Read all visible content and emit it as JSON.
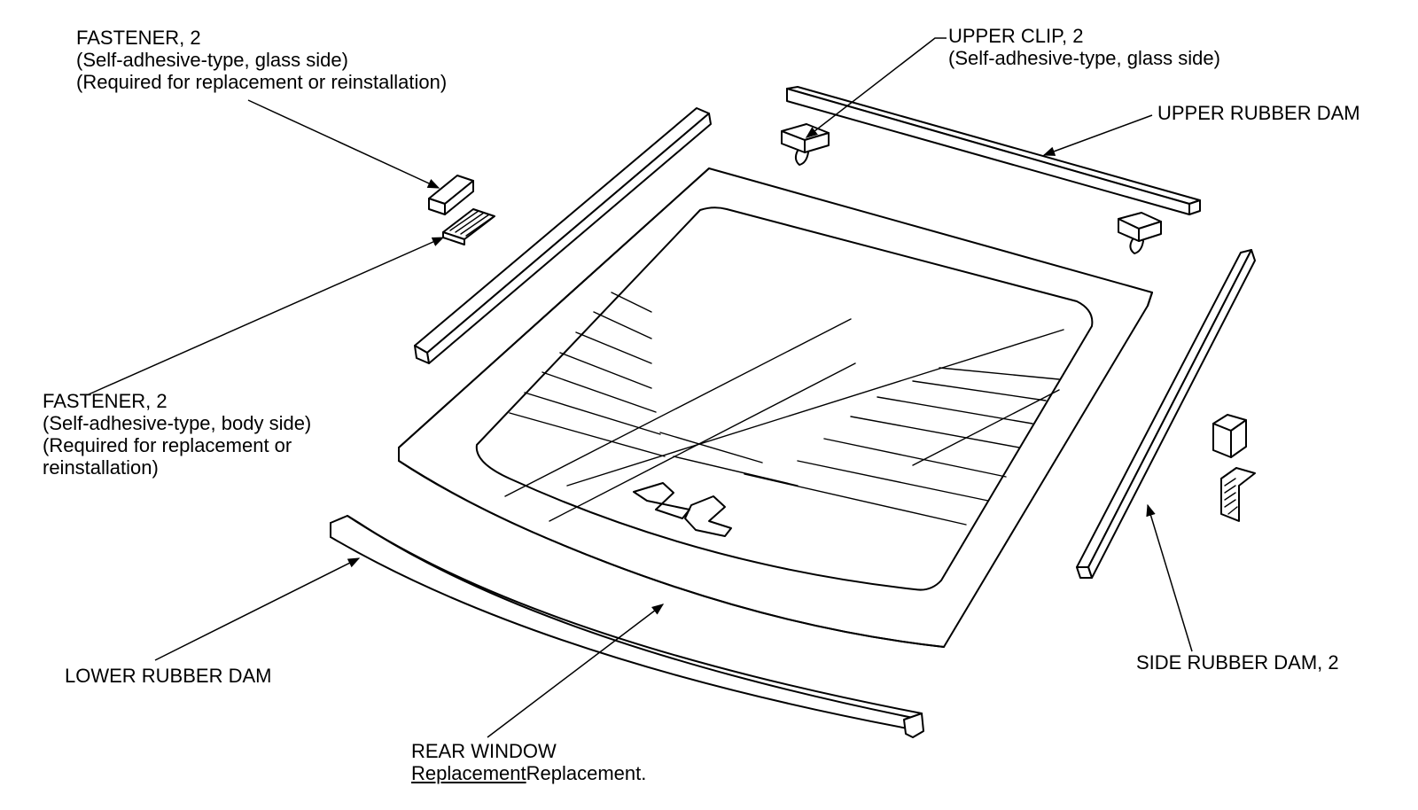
{
  "labels": {
    "fastener_glass": {
      "line1": "FASTENER, 2",
      "line2": "(Self-adhesive-type, glass side)",
      "line3": "(Required for replacement or reinstallation)"
    },
    "fastener_body": {
      "line1": "FASTENER, 2",
      "line2": "(Self-adhesive-type, body side)",
      "line3": "(Required for replacement or",
      "line4": "reinstallation)"
    },
    "upper_clip": {
      "line1": "UPPER CLIP, 2",
      "line2": "(Self-adhesive-type, glass side)"
    },
    "upper_rubber_dam": "UPPER RUBBER DAM",
    "lower_rubber_dam": "LOWER RUBBER DAM",
    "side_rubber_dam": "SIDE RUBBER DAM, 2",
    "rear_window": {
      "line1": "REAR WINDOW",
      "link": "Replacement",
      "suffix": "Replacement."
    }
  },
  "colors": {
    "line": "#000000",
    "background": "#ffffff"
  }
}
